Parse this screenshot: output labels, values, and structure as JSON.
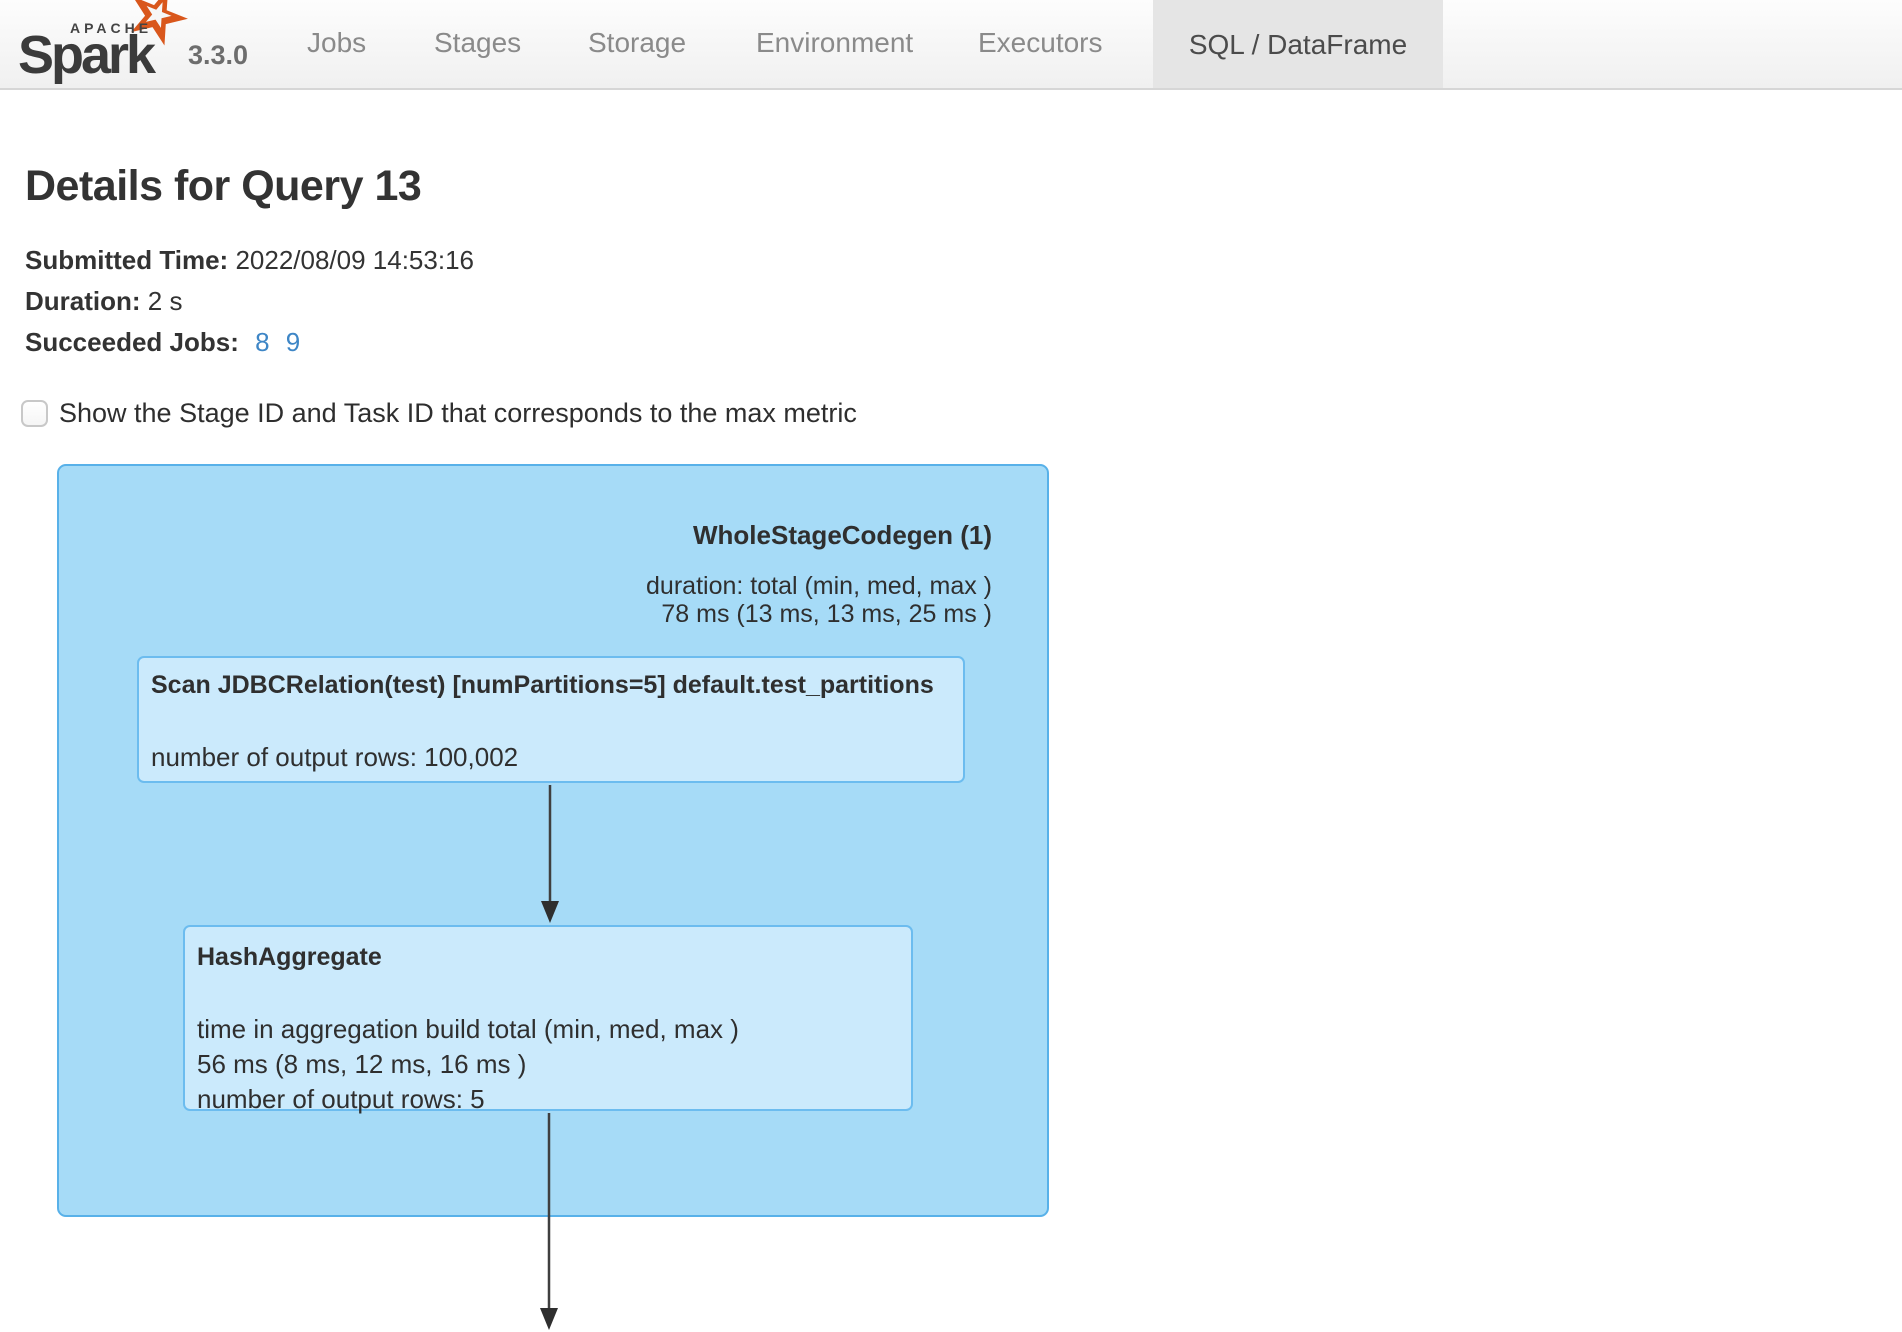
{
  "navbar": {
    "brand": {
      "apache": "APACHE",
      "name": "Spark",
      "version": "3.3.0"
    },
    "tabs": [
      {
        "label": "Jobs"
      },
      {
        "label": "Stages"
      },
      {
        "label": "Storage"
      },
      {
        "label": "Environment"
      },
      {
        "label": "Executors"
      },
      {
        "label": "SQL / DataFrame",
        "active": true
      }
    ]
  },
  "page": {
    "title": "Details for Query 13",
    "meta": [
      {
        "label": "Submitted Time:",
        "value": "2022/08/09 14:53:16"
      },
      {
        "label": "Duration:",
        "value": "2 s"
      },
      {
        "label": "Succeeded Jobs:",
        "links": [
          "8",
          "9"
        ]
      }
    ],
    "checkbox_label": "Show the Stage ID and Task ID that corresponds to the max metric"
  },
  "plan": {
    "cluster": {
      "name": "WholeStageCodegen (1)",
      "metric_label": "duration: total (min, med, max )",
      "metric_value": "78 ms (13 ms, 13 ms, 25 ms )",
      "nodes": [
        {
          "name": "Scan JDBCRelation(test) [numPartitions=5] default.test_partitions",
          "metrics": [
            "number of output rows: 100,002"
          ]
        },
        {
          "name": "HashAggregate",
          "metrics": [
            "time in aggregation build total (min, med, max )",
            "56 ms (8 ms, 12 ms, 16 ms )",
            "number of output rows: 5"
          ]
        }
      ]
    }
  },
  "colors": {
    "spark_orange": "#d9571c",
    "link_blue": "#3e86c6",
    "cluster_fill": "#a6dbf7",
    "cluster_stroke": "#58b1e9",
    "node_fill": "#cbeafc",
    "node_stroke": "#6cbcef",
    "edge": "#3f3f3f",
    "active_tab_bg": "#e5e5e5"
  }
}
